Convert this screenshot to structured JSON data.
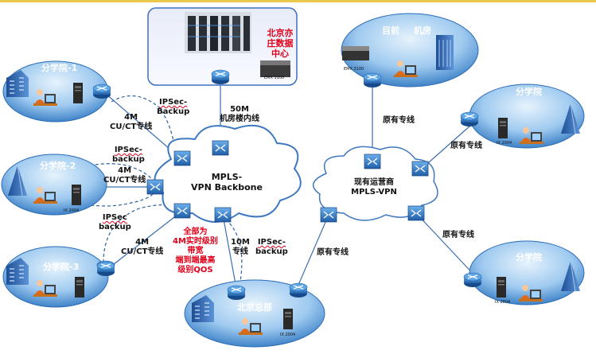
{
  "datacenter": {
    "name_lines": [
      "北京亦",
      "庄数据",
      "中心"
    ],
    "device_label": "EMX 3100"
  },
  "core_cloud": {
    "line1": "MPLS-",
    "line2": "VPN  Backbone"
  },
  "carrier_cloud": {
    "line1": "现有运营商",
    "line2": "MPLS-VPN"
  },
  "sites": {
    "branch1": "分学院-1",
    "branch2": "分学院-2",
    "branch3": "分学院-3",
    "hq": "北京总部",
    "current_room": "目前",
    "current_room_suffix": "机房",
    "right_branch_a": "分学院",
    "right_branch_b": "分学院"
  },
  "links": {
    "dc_link_bw": "50M",
    "dc_link_type": "机房楼内线",
    "b1_backup": [
      "IPSec-",
      "Backup"
    ],
    "b1_bw": "4M",
    "b1_type": "CU/CT专线",
    "b2_backup": [
      "IPSec-",
      "backup"
    ],
    "b2_bw": "4M",
    "b2_type": "CU/CT专线",
    "b3_backup": [
      "IPSec",
      "backup"
    ],
    "b3_bw": "4M",
    "b3_type": "CU/CT专线",
    "hq_bw": "10M",
    "hq_type": "专线",
    "hq_backup": [
      "IPSec-",
      "backup"
    ],
    "hq_carrier": "原有专线",
    "room_carrier": "原有专线",
    "ra_carrier": "原有专线",
    "rb_carrier": "原有专线"
  },
  "qos_note": [
    "全部为",
    "4M实时级别",
    "带宽",
    "端到端最高",
    "级别QOS"
  ],
  "device_tags": {
    "server_tag": "EMX 3100",
    "phone_tag": "IX 2004"
  },
  "colors": {
    "accent_red": "#e0001b",
    "link_blue": "#3b6fb0",
    "router_blue": "#2f78c4",
    "site_blue": "#1f5fa8"
  }
}
